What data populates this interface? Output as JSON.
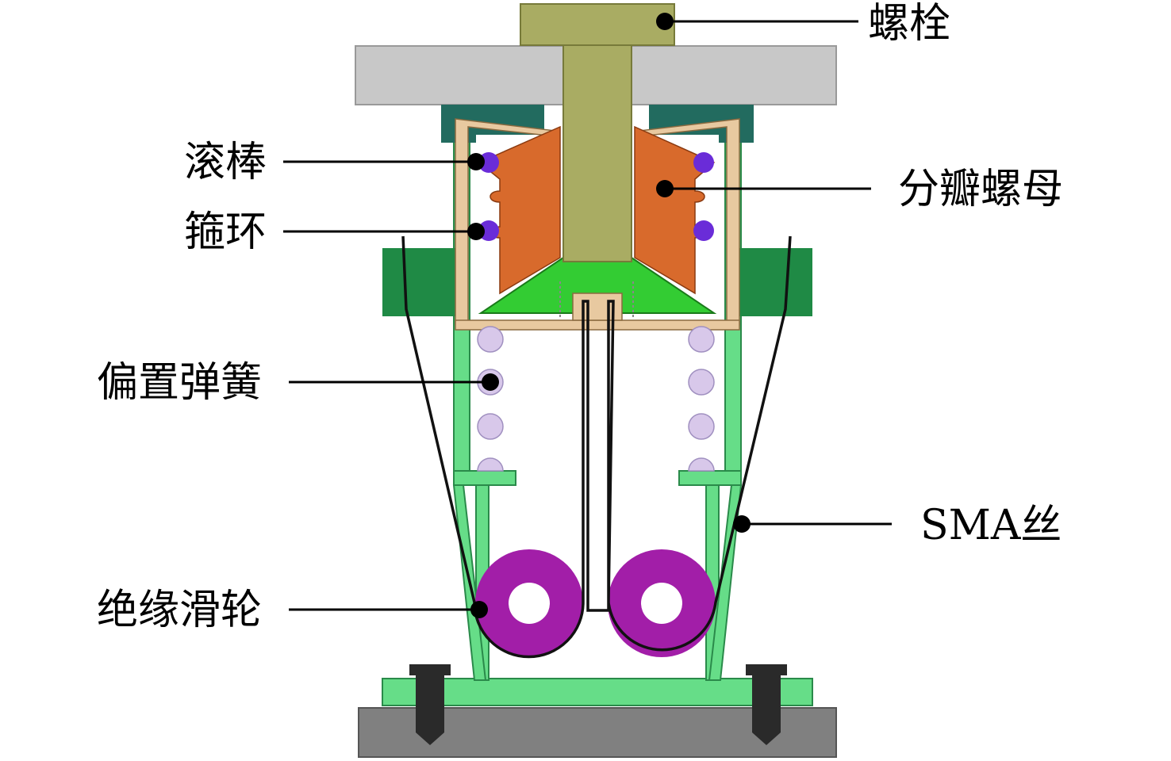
{
  "labels": {
    "bolt": "螺栓",
    "roller": "滚棒",
    "split_nut": "分瓣螺母",
    "hoop": "箍环",
    "bias_spring": "偏置弹簧",
    "sma_wire": "SMA丝",
    "insulated_pulley": "绝缘滑轮"
  },
  "colors": {
    "bolt": "#a9ac63",
    "plate": "#c8c8c8",
    "housing_light_green": "#66dd88",
    "housing_dark_green": "#1f8a45",
    "nut_orange": "#d86a2c",
    "cap_teal": "#226b5f",
    "roller_purple": "#6a2cd8",
    "spring_lavender": "#d8c8ea",
    "pulley_magenta": "#a21ea8",
    "base_gray": "#808080",
    "screw_dark": "#2a2a2a",
    "liner_tan": "#e8c9a0",
    "wedge_green": "#33cc33"
  }
}
